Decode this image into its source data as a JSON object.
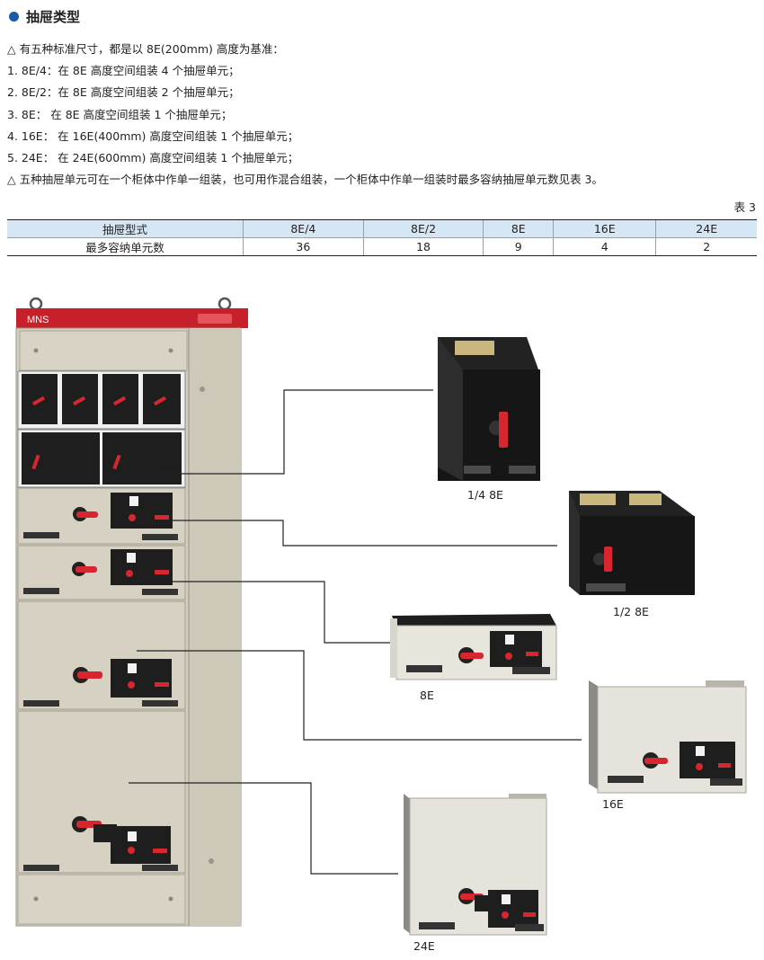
{
  "section": {
    "title": "抽屉类型",
    "title_icon": "bullet-dot"
  },
  "lines": [
    "△ 有五种标准尺寸，都是以 8E(200mm) 高度为基准：",
    "1. 8E/4：在 8E 高度空间组装 4 个抽屉单元；",
    "2. 8E/2：在 8E 高度空间组装 2 个抽屉单元；",
    "3. 8E：   在 8E 高度空间组装 1 个抽屉单元；",
    "4. 16E：  在 16E(400mm) 高度空间组装 1 个抽屉单元；",
    "5. 24E：  在 24E(600mm) 高度空间组装 1 个抽屉单元；",
    "△ 五种抽屉单元可在一个柜体中作单一组装，也可用作混合组装，一个柜体中作单一组装时最多容纳抽屉单元数见表 3。"
  ],
  "table": {
    "caption": "表 3",
    "header": [
      "抽屉型式",
      "8E/4",
      "8E/2",
      "8E",
      "16E",
      "24E"
    ],
    "row": [
      "最多容纳单元数",
      "36",
      "18",
      "9",
      "4",
      "2"
    ]
  },
  "cabinet": {
    "label": "MNS",
    "brand_bar_color": "#c8202a"
  },
  "units": [
    {
      "label": "1/4  8E"
    },
    {
      "label": "1/2  8E"
    },
    {
      "label": "8E"
    },
    {
      "label": "16E"
    },
    {
      "label": "24E"
    }
  ],
  "colors": {
    "accent": "#1a5aa6",
    "table_header_bg": "#d5e6f4",
    "handle_red": "#d7262f"
  }
}
